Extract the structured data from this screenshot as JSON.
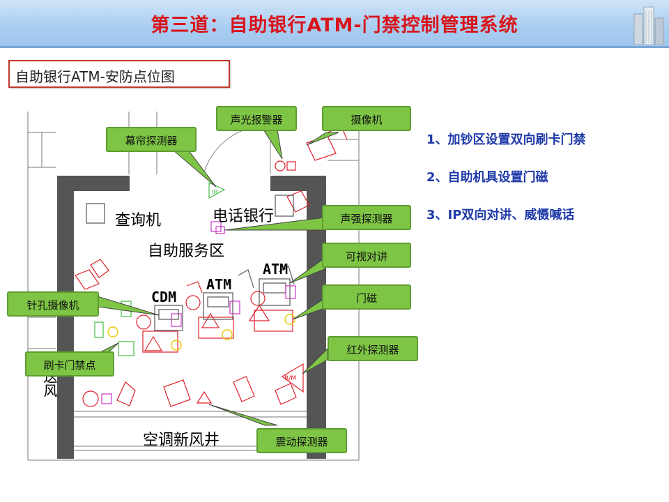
{
  "header": {
    "title": "第三道：自助银行ATM-门禁控制管理系统"
  },
  "subtitle": "自助银行ATM-安防点位图",
  "notes": [
    "1、加钞区设置双向刷卡门禁",
    "2、自助机具设置门磁",
    "3、IP双向对讲、威慑喊话"
  ],
  "room_labels": {
    "query": "查询机",
    "phone_bank": "电话银行",
    "service_area": "自助服务区",
    "air_shaft": "空调新风井",
    "side_text": "送风"
  },
  "machine_labels": {
    "cdm": "CDM",
    "atm1": "ATM",
    "atm2": "ATM"
  },
  "callouts": {
    "alarm": "声光报警器",
    "camera": "摄像机",
    "curtain": "幕帘探测器",
    "sound": "声强探测器",
    "intercom": "可视对讲",
    "door_magnet": "门磁",
    "pinhole": "针孔摄像机",
    "infrared": "红外探测器",
    "card_access": "刷卡门禁点",
    "vibration": "震动探测器"
  },
  "symbol_text": {
    "ir": "IR",
    "rm": "R/M"
  },
  "colors": {
    "title_red": "#d8141b",
    "note_blue": "#1f3aa8",
    "callout_green": "#7ec545",
    "wall_gray": "#555555",
    "device_red": "#e0202a",
    "device_magenta": "#cc33cc",
    "device_yellow": "#e8c800"
  }
}
